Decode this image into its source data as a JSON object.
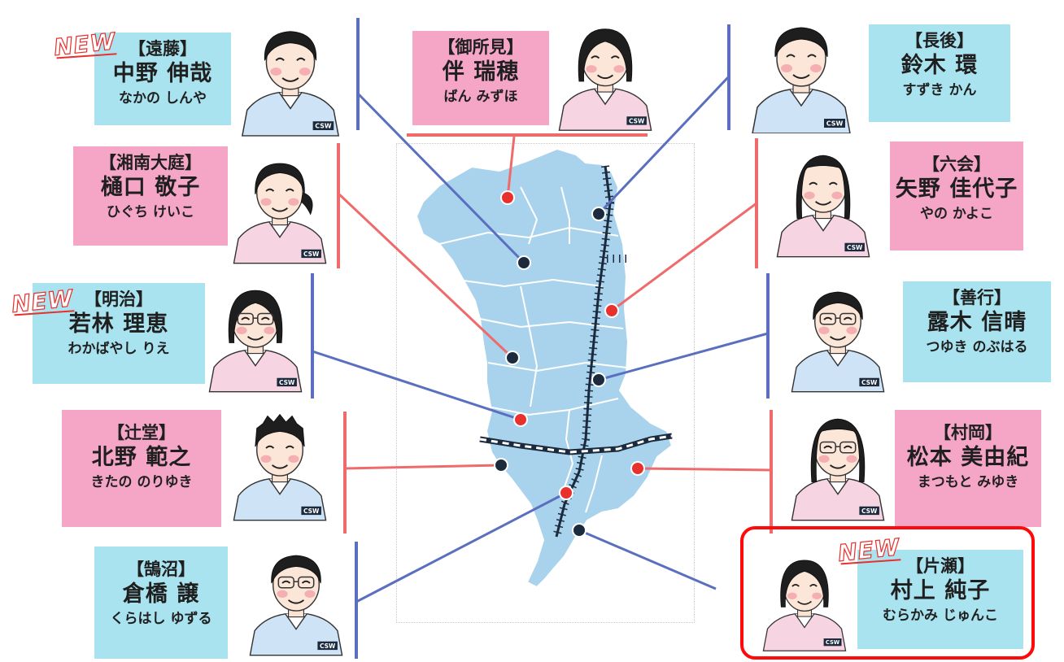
{
  "colors": {
    "pink": "#f5a6c6",
    "blue": "#a9e3ef",
    "map_fill": "#a9d3ec",
    "line_red": "#ef6b6b",
    "line_blue": "#5b6fbf",
    "dot_red": "#e8302c",
    "dot_navy": "#1b2a3d",
    "new_red": "#e8302c",
    "highlight_red": "#ff0a0a",
    "shirt_pink": "#f7d4e2",
    "shirt_blue": "#cfe3f7"
  },
  "new_label": "NEW",
  "badge_text": "CSW",
  "workers": [
    {
      "id": "endo",
      "district": "【遠藤】",
      "name": "中野 伸哉",
      "kana": "なかの しんや",
      "color": "blue",
      "is_new": true,
      "marker": "navy",
      "line": "blue",
      "shirt": "blue",
      "glasses": false,
      "hair": "short"
    },
    {
      "id": "goshomi",
      "district": "【御所見】",
      "name": "伴 瑞穂",
      "kana": "ばん みずほ",
      "color": "pink",
      "is_new": false,
      "marker": "red",
      "line": "red",
      "shirt": "pink",
      "glasses": false,
      "hair": "bob"
    },
    {
      "id": "chogo",
      "district": "【長後】",
      "name": "鈴木 環",
      "kana": "すずき かん",
      "color": "blue",
      "is_new": false,
      "marker": "navy",
      "line": "blue",
      "shirt": "blue",
      "glasses": false,
      "hair": "short"
    },
    {
      "id": "shonan-oba",
      "district": "【湘南大庭】",
      "name": "樋口 敬子",
      "kana": "ひぐち けいこ",
      "color": "pink",
      "is_new": false,
      "marker": "navy",
      "line": "red",
      "shirt": "pink",
      "glasses": false,
      "hair": "ponytail"
    },
    {
      "id": "mutsuai",
      "district": "【六会】",
      "name": "矢野 佳代子",
      "kana": "やの かよこ",
      "color": "pink",
      "is_new": false,
      "marker": "red",
      "line": "red",
      "shirt": "pink",
      "glasses": false,
      "hair": "long"
    },
    {
      "id": "meiji",
      "district": "【明治】",
      "name": "若林 理恵",
      "kana": "わかばやし りえ",
      "color": "blue",
      "is_new": true,
      "marker": "red",
      "line": "blue",
      "shirt": "pink",
      "glasses": true,
      "hair": "bob"
    },
    {
      "id": "zengyo",
      "district": "【善行】",
      "name": "露木 信晴",
      "kana": "つゆき のぶはる",
      "color": "blue",
      "is_new": false,
      "marker": "navy",
      "line": "blue",
      "shirt": "blue",
      "glasses": true,
      "hair": "short"
    },
    {
      "id": "tsujido",
      "district": "【辻堂】",
      "name": "北野 範之",
      "kana": "きたの のりゆき",
      "color": "pink",
      "is_new": false,
      "marker": "navy",
      "line": "red",
      "shirt": "blue",
      "glasses": false,
      "hair": "spiky"
    },
    {
      "id": "muraoka",
      "district": "【村岡】",
      "name": "松本 美由紀",
      "kana": "まつもと みゆき",
      "color": "pink",
      "is_new": false,
      "marker": "red",
      "line": "red",
      "shirt": "pink",
      "glasses": true,
      "hair": "long"
    },
    {
      "id": "kugenuma",
      "district": "【鵠沼】",
      "name": "倉橋 譲",
      "kana": "くらはし ゆずる",
      "color": "blue",
      "is_new": false,
      "marker": "red",
      "line": "blue",
      "shirt": "blue",
      "glasses": true,
      "hair": "short"
    },
    {
      "id": "katase",
      "district": "【片瀬】",
      "name": "村上 純子",
      "kana": "むらかみ じゅんこ",
      "color": "blue",
      "is_new": true,
      "marker": "navy",
      "line": "blue",
      "shirt": "pink",
      "glasses": false,
      "hair": "bob",
      "highlighted": true
    }
  ]
}
